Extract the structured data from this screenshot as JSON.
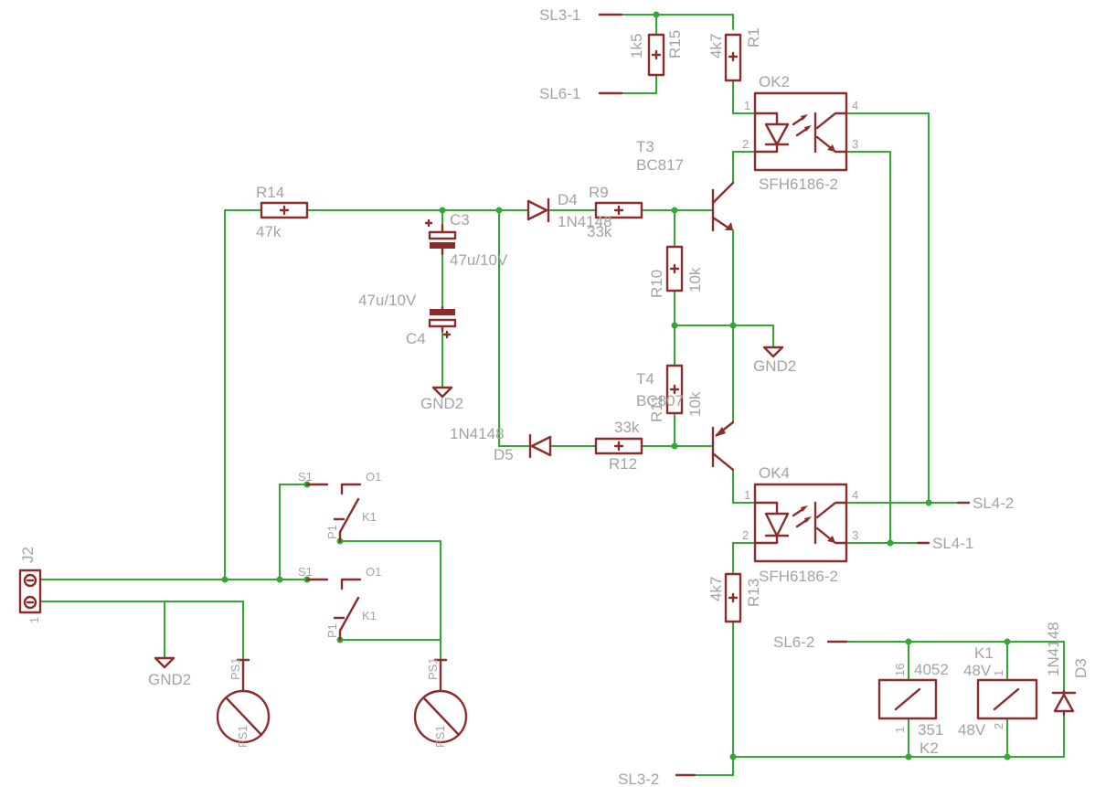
{
  "nets": {
    "sl3_1": "SL3-1",
    "sl6_1": "SL6-1",
    "sl4_2": "SL4-2",
    "sl4_1": "SL4-1",
    "sl6_2": "SL6-2",
    "sl3_2": "SL3-2",
    "gnd2": "GND2"
  },
  "parts": {
    "r15": {
      "name": "R15",
      "value": "1k5"
    },
    "r1": {
      "name": "R1",
      "value": "4k7"
    },
    "r14": {
      "name": "R14",
      "value": "47k"
    },
    "r9": {
      "name": "R9",
      "value": "33k"
    },
    "r10": {
      "name": "R10",
      "value": "10k"
    },
    "r11": {
      "name": "R11",
      "value": "10k"
    },
    "r12": {
      "name": "R12",
      "value": "33k"
    },
    "r13": {
      "name": "R13",
      "value": "4k7"
    },
    "c3": {
      "name": "C3",
      "value": "47u/10V"
    },
    "c4": {
      "name": "C4",
      "value": "47u/10V"
    },
    "d4": {
      "name": "D4",
      "value": "1N4148"
    },
    "d5": {
      "name": "D5",
      "value": "1N4148"
    },
    "d3": {
      "name": "D3",
      "value": "1N4148"
    },
    "t3": {
      "name": "T3",
      "value": "BC817"
    },
    "t4": {
      "name": "T4",
      "value": "BC807"
    },
    "ok2": {
      "name": "OK2",
      "value": "SFH6186-2"
    },
    "ok4": {
      "name": "OK4",
      "value": "SFH6186-2"
    },
    "j2": {
      "name": "J2",
      "pin": "1"
    },
    "k1": {
      "name": "K1",
      "value": "48V"
    },
    "k2": {
      "name": "K2",
      "value": "48V"
    },
    "k1_part": "4052",
    "k2_part": "351"
  },
  "pins": {
    "one": "1",
    "two": "2",
    "three": "3",
    "four": "4",
    "sixteen": "16",
    "ps": "PS1",
    "s": "S1",
    "o": "O1",
    "p": "P1",
    "k": "K1"
  }
}
